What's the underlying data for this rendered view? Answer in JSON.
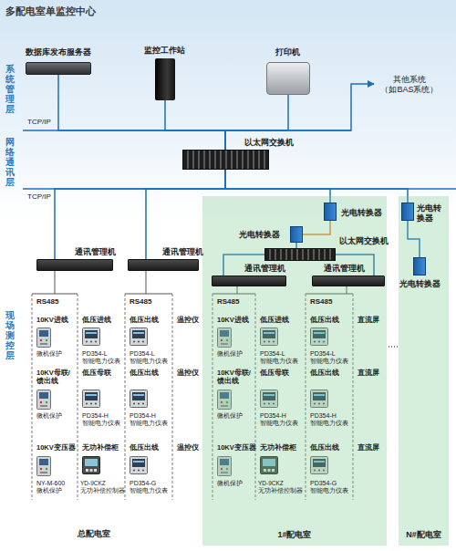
{
  "diagram": {
    "title": "多配电室单监控中心",
    "nodes": [
      {
        "text": [
          "数据库发布服务器"
        ]
      },
      {
        "text": [
          "监控工作站"
        ]
      },
      {
        "text": [
          "打印机"
        ]
      },
      {
        "text": [
          "其他系统 （如BAS系统）"
        ]
      },
      {
        "text": [
          "以太网交换机"
        ]
      },
      {
        "text": [
          "通讯管理机"
        ]
      },
      {
        "text": [
          "通讯管理机"
        ]
      },
      {
        "text": [
          "1#配电室"
        ]
      },
      {
        "text": [
          "光电转换器"
        ],
        "in": 7
      },
      {
        "text": [
          "光电转换器"
        ],
        "in": 7
      },
      {
        "text": [
          "以太网交换机"
        ],
        "in": 7
      },
      {
        "text": [
          "通讯管理机"
        ],
        "in": 7
      },
      {
        "text": [
          "通讯管理机"
        ],
        "in": 7
      },
      {
        "text": [
          "N#配电室"
        ]
      },
      {
        "text": [
          "光电转换器"
        ],
        "in": 13
      },
      {
        "text": [
          "光电转换器"
        ],
        "in": 13
      }
    ],
    "edges": [
      {
        "from": 0,
        "to": 4,
        "arrow": "none"
      },
      {
        "from": 1,
        "to": 4,
        "arrow": "none"
      },
      {
        "from": 2,
        "to": 4,
        "arrow": "none"
      },
      {
        "from": 4,
        "to": 3,
        "arrow": "to"
      },
      {
        "from": 4,
        "to": 5,
        "arrow": "none"
      },
      {
        "from": 4,
        "to": 6,
        "arrow": "none"
      },
      {
        "from": 4,
        "to": 8,
        "arrow": "none"
      },
      {
        "from": 8,
        "to": 9,
        "arrow": "none"
      },
      {
        "from": 9,
        "to": 10,
        "arrow": "none"
      },
      {
        "from": 10,
        "to": 11,
        "arrow": "none"
      },
      {
        "from": 10,
        "to": 12,
        "arrow": "none"
      },
      {
        "from": 4,
        "to": 14,
        "arrow": "none"
      },
      {
        "from": 14,
        "to": 15,
        "arrow": "none"
      }
    ],
    "labels": [
      "系统管理层",
      "网络通讯层",
      "现场测控层",
      "TCP/IP",
      "TCP/IP",
      "RS485",
      "RS485",
      "10KV进线",
      "微机保护",
      "低压进线",
      "PD354-L 智能电力仪表",
      "低压出线",
      "PD354-L 智能电力仪表",
      "温控仪",
      "10KV母联/ 馈出线",
      "微机保护",
      "低压母联",
      "PD354-H 智能电力仪表",
      "低压出线",
      "PD354-H 智能电力仪表",
      "温控仪",
      "10KV变压器",
      "NY-M-600 微机保护",
      "无功补偿柜",
      "YD-9CKZ 无功补偿控制器",
      "低压出线",
      "PD354-G 智能电力仪表",
      "温控仪",
      "RS485",
      "RS485",
      "10KV进线",
      "微机保护",
      "低压进线",
      "PD354-L 智能电力仪表",
      "低压出线",
      "PD354-L 智能电力仪表",
      "直流屏",
      "10KV母联/ 馈出线",
      "微机保护",
      "低压母联",
      "PD354-H 智能电力仪表",
      "低压出线",
      "PD354-H 智能电力仪表",
      "直流屏",
      "10KV变压器",
      "微机保护",
      "无功补偿柜",
      "YD-9CKZ 无功补偿控制器",
      "低压出线",
      "PD354-G 智能电力仪表",
      "直流屏",
      "总配电室"
    ]
  }
}
